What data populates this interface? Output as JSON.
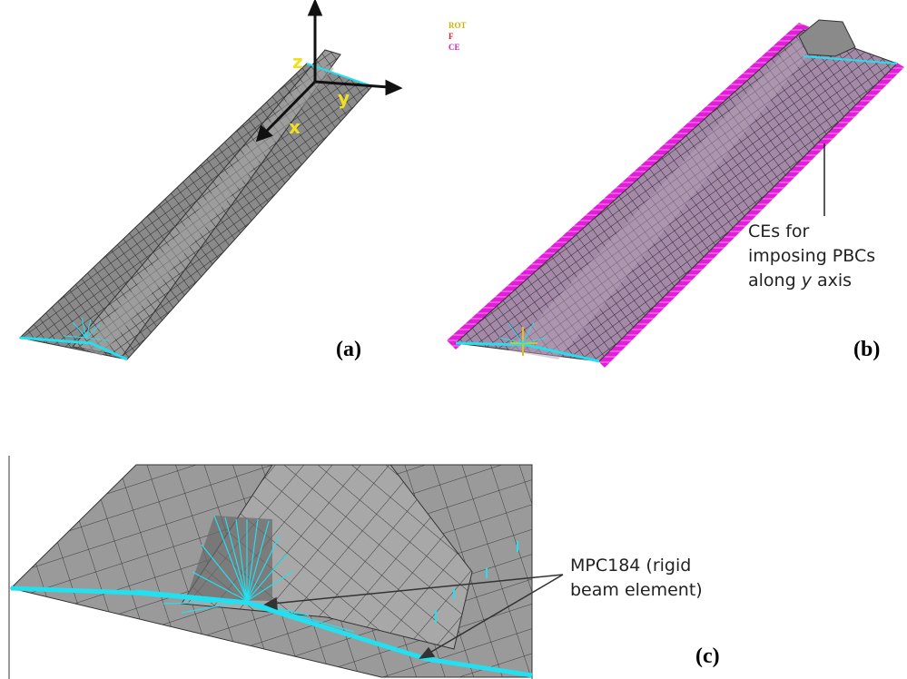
{
  "panels": {
    "a": {
      "label": "(a)"
    },
    "b": {
      "label": "(b)"
    },
    "c": {
      "label": "(c)"
    }
  },
  "axes": {
    "z": "z",
    "y": "y",
    "x": "x"
  },
  "legend": [
    {
      "text": "ROT",
      "color": "#c8b400"
    },
    {
      "text": "F",
      "color": "#d42020"
    },
    {
      "text": "CE",
      "color": "#d020c0"
    }
  ],
  "callouts": {
    "b_line1": "CEs for",
    "b_line2": "imposing PBCs",
    "b_line3_pre": "along ",
    "b_line3_italic": "y",
    "b_line3_post": " axis",
    "c_line1": "MPC184 (rigid",
    "c_line2": "beam element)"
  },
  "colors": {
    "mesh_fill": "#8c8c8c",
    "mesh_line": "#2a2a2a",
    "ce": "#e020d8",
    "beam": "#22e0f0",
    "axis_label": "#f0e020"
  }
}
